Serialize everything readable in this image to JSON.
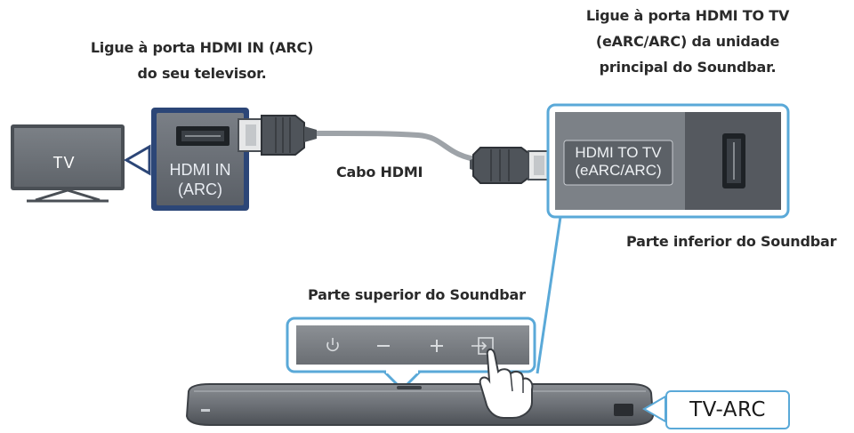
{
  "labels": {
    "tv_port_instruction_1": "Ligue à porta HDMI IN (ARC)",
    "tv_port_instruction_2": "do seu televisor.",
    "soundbar_port_instruction_1": "Ligue à porta HDMI TO TV",
    "soundbar_port_instruction_2": "(eARC/ARC) da unidade",
    "soundbar_port_instruction_3": "principal do Soundbar.",
    "cable": "Cabo HDMI",
    "soundbar_bottom": "Parte inferior do Soundbar",
    "soundbar_top": "Parte superior do Soundbar",
    "tv": "TV",
    "tv_port_1": "HDMI IN",
    "tv_port_2": "(ARC)",
    "soundbar_port_1": "HDMI TO TV",
    "soundbar_port_2": "(eARC/ARC)",
    "mode_display": "TV-ARC"
  },
  "colors": {
    "callout_blue": "#5aa9d8",
    "tv_panel_navy": "#2c4677",
    "dark_gray": "#4a4f55"
  },
  "icons": {
    "top_panel_buttons": [
      "power-icon",
      "minus-icon",
      "plus-icon",
      "source-icon"
    ]
  }
}
